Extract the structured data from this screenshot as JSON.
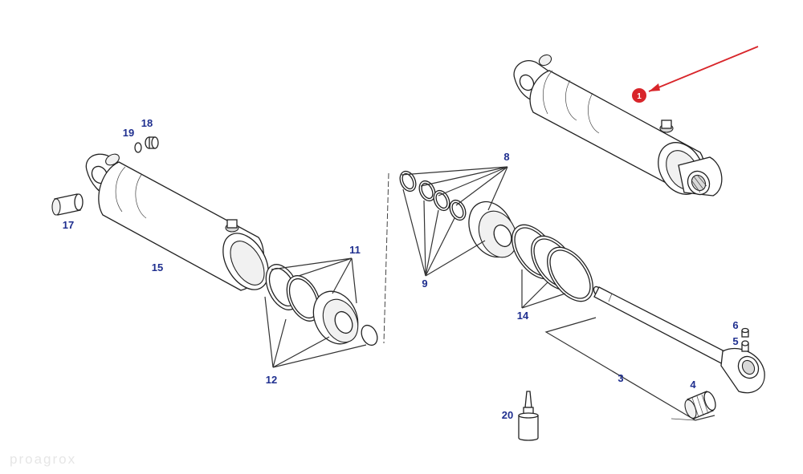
{
  "callouts": [
    {
      "id": "c1",
      "label": "1"
    },
    {
      "id": "c3",
      "label": "3"
    },
    {
      "id": "c4",
      "label": "4"
    },
    {
      "id": "c5",
      "label": "5"
    },
    {
      "id": "c6",
      "label": "6"
    },
    {
      "id": "c8",
      "label": "8"
    },
    {
      "id": "c9",
      "label": "9"
    },
    {
      "id": "c11",
      "label": "11"
    },
    {
      "id": "c12",
      "label": "12"
    },
    {
      "id": "c14",
      "label": "14"
    },
    {
      "id": "c15",
      "label": "15"
    },
    {
      "id": "c17",
      "label": "17"
    },
    {
      "id": "c18",
      "label": "18"
    },
    {
      "id": "c19",
      "label": "19"
    },
    {
      "id": "c20",
      "label": "20"
    }
  ],
  "highlight_color": "#d8252a",
  "label_color": "#1f2f8f",
  "watermark": "proagrox"
}
